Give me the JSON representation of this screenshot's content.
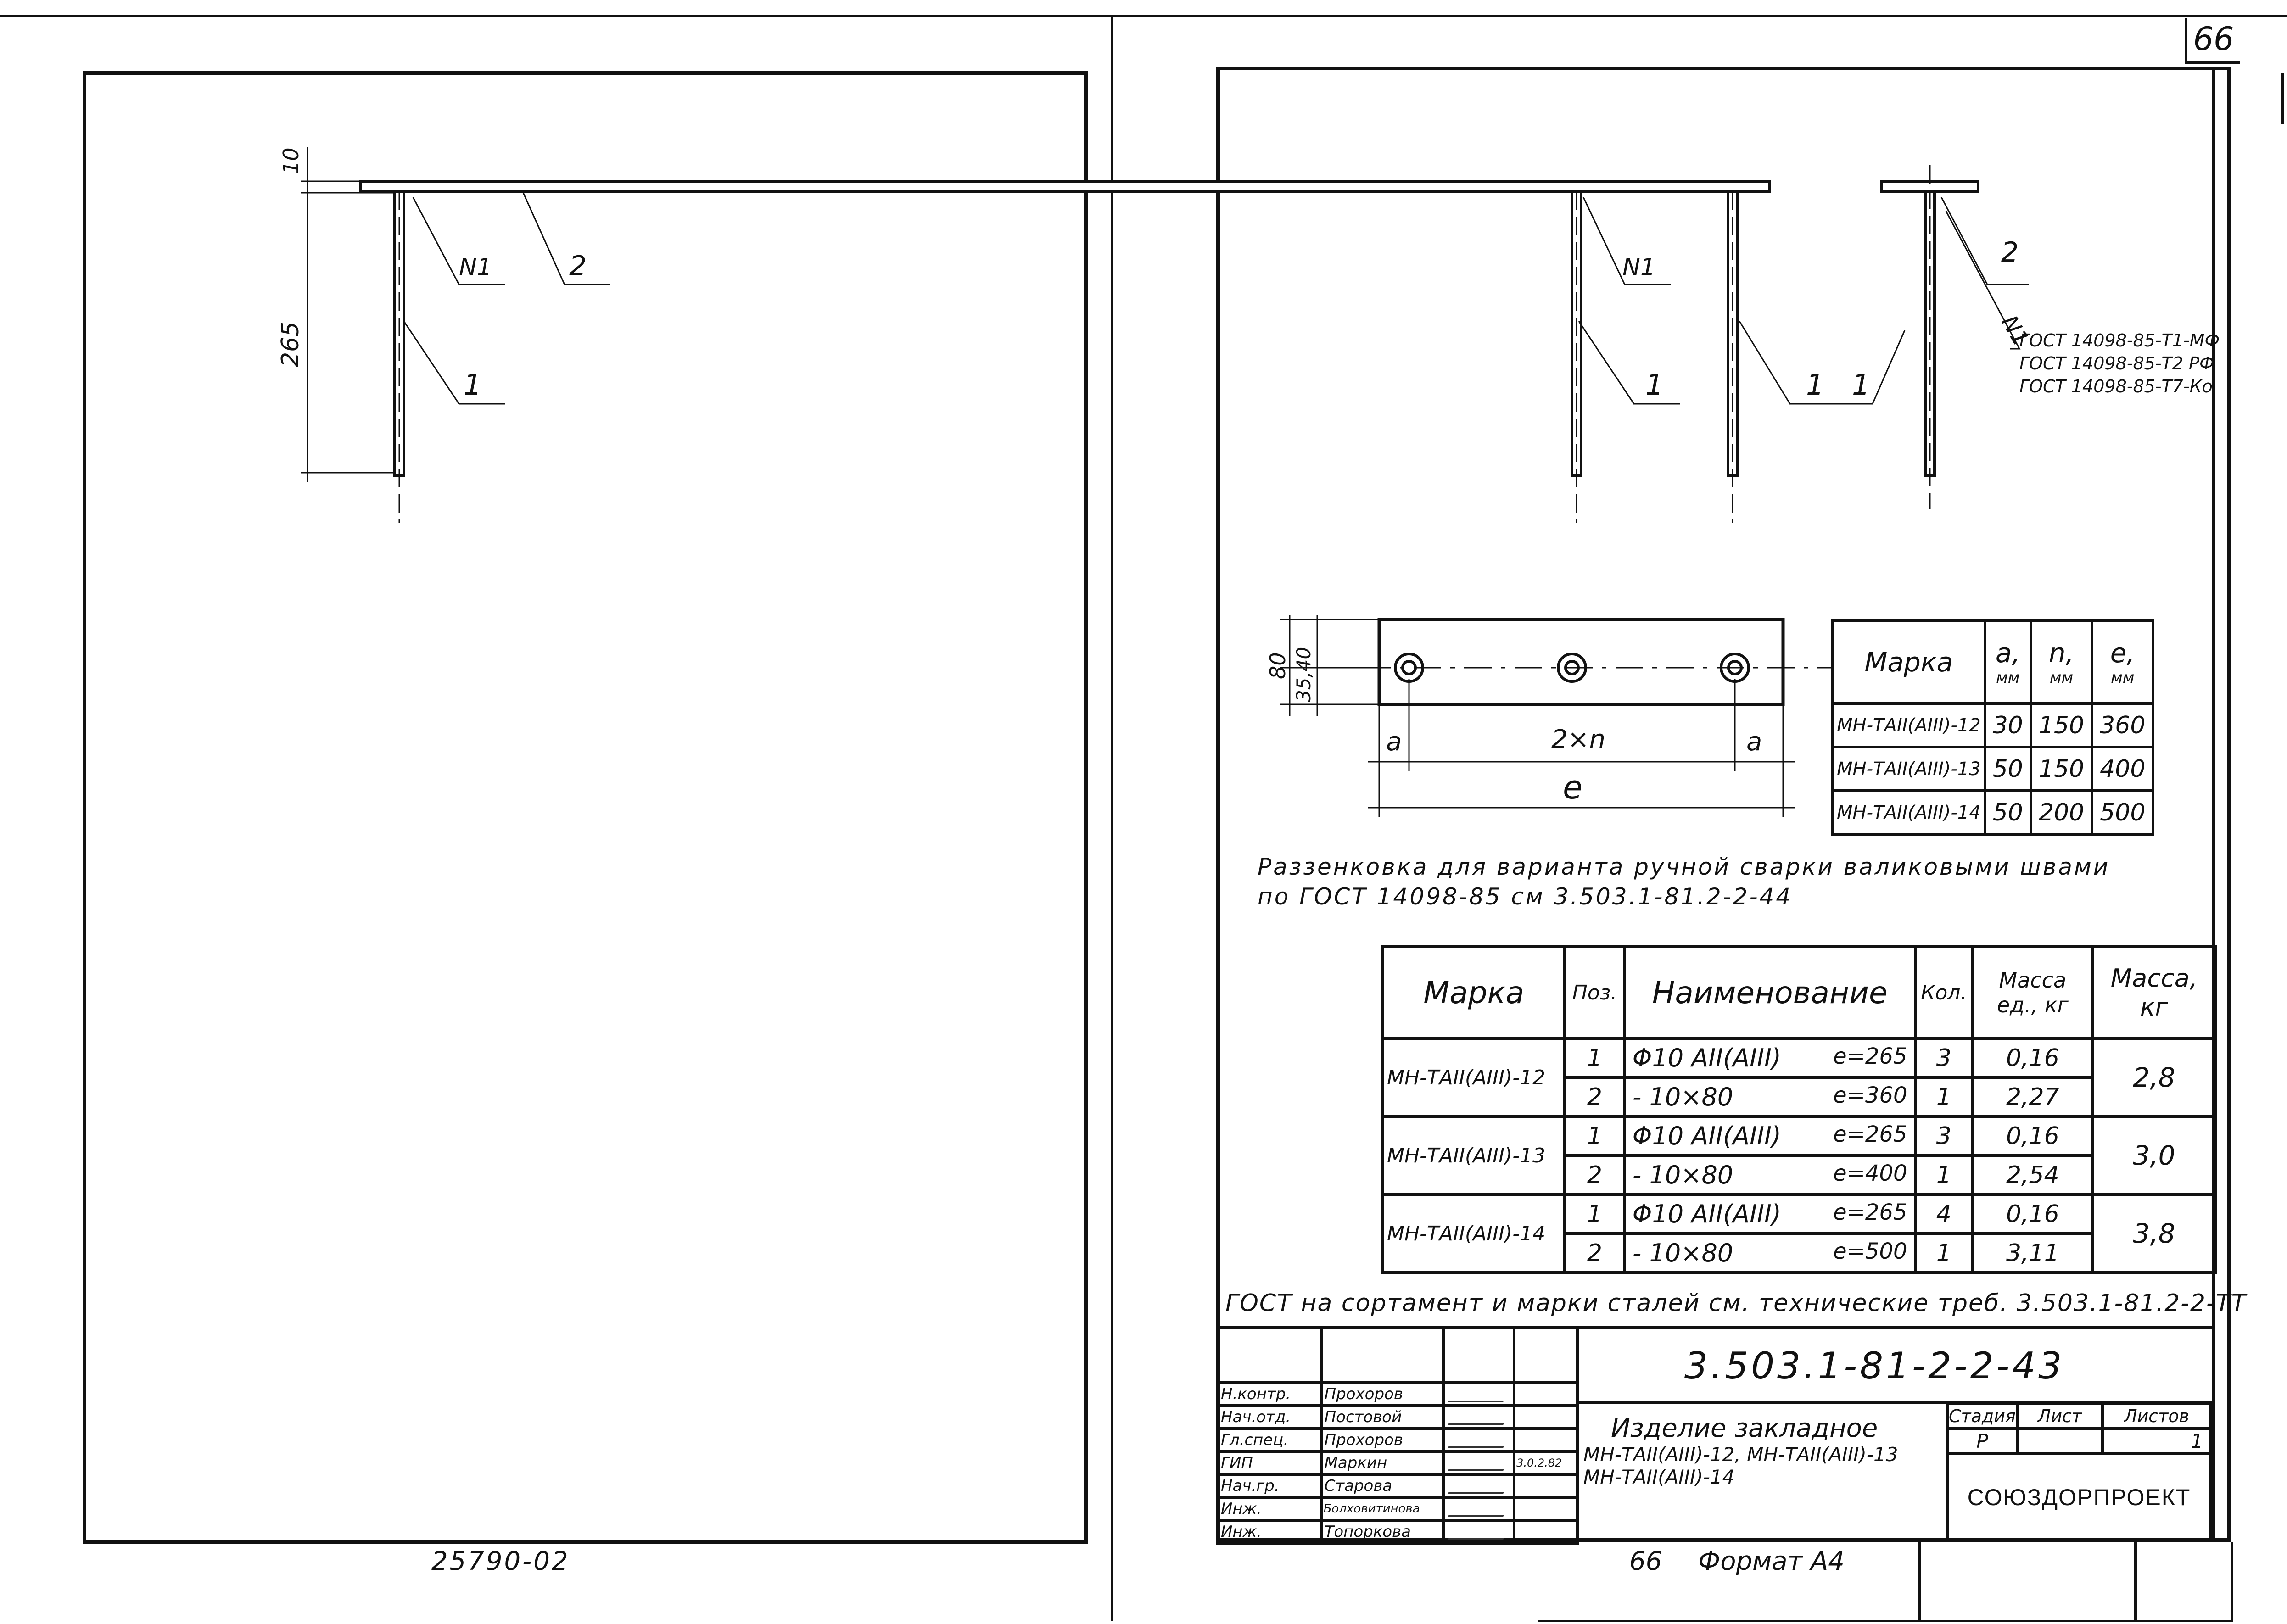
{
  "sheet_number": "66",
  "drawing": {
    "labels": {
      "dim_plate_thickness": "10",
      "dim_anchor_length": "265",
      "pos_n1": "N1",
      "pos_2": "2",
      "pos_1": "1"
    },
    "weld_standards": [
      "ГОСТ 14098-85-Т1-МФ",
      "ГОСТ 14098-85-Т2 РФ",
      "ГОСТ 14098-85-Т7-Ко"
    ],
    "plan_labels": {
      "dim_height": "80",
      "dim_offsets": "35,40",
      "dim_a": "a",
      "dim_2n": "2×n",
      "dim_e": "e"
    }
  },
  "dimension_table": {
    "headers": [
      "Марка",
      "a,",
      "n,",
      "e,"
    ],
    "units": [
      "",
      "мм",
      "мм",
      "мм"
    ],
    "rows": [
      [
        "МН-ТАII(АIII)-12",
        "30",
        "150",
        "360"
      ],
      [
        "МН-ТАII(АIII)-13",
        "50",
        "150",
        "400"
      ],
      [
        "МН-ТАII(АIII)-14",
        "50",
        "200",
        "500"
      ]
    ]
  },
  "note_hand_weld": [
    "Раззенковка для варианта ручной сварки валиковыми швами",
    "по ГОСТ 14098-85 см 3.503.1-81.2-2-44"
  ],
  "spec_table": {
    "headers": {
      "mark": "Марка",
      "pos": "Поз.",
      "name": "Наименование",
      "qty": "Кол.",
      "mass_unit": "Масса ед., кг",
      "mass": "Масса, кг"
    },
    "groups": [
      {
        "mark": "МН-ТАII(АIII)-12",
        "mass": "2,8",
        "rows": [
          {
            "pos": "1",
            "name": "Φ10 АII(АIII)",
            "len": "e=265",
            "qty": "3",
            "unit_mass": "0,16"
          },
          {
            "pos": "2",
            "name": "- 10×80",
            "len": "e=360",
            "qty": "1",
            "unit_mass": "2,27"
          }
        ]
      },
      {
        "mark": "МН-ТАII(АIII)-13",
        "mass": "3,0",
        "rows": [
          {
            "pos": "1",
            "name": "Φ10 АII(АIII)",
            "len": "e=265",
            "qty": "3",
            "unit_mass": "0,16"
          },
          {
            "pos": "2",
            "name": "- 10×80",
            "len": "e=400",
            "qty": "1",
            "unit_mass": "2,54"
          }
        ]
      },
      {
        "mark": "МН-ТАII(АIII)-14",
        "mass": "3,8",
        "rows": [
          {
            "pos": "1",
            "name": "Φ10 АII(АIII)",
            "len": "e=265",
            "qty": "4",
            "unit_mass": "0,16"
          },
          {
            "pos": "2",
            "name": "- 10×80",
            "len": "e=500",
            "qty": "1",
            "unit_mass": "3,11"
          }
        ]
      }
    ]
  },
  "gost_note": "ГОСТ на сортамент и марки сталей см. технические треб. 3.503.1-81.2-2-ТТ",
  "title_block": {
    "doc_code": "3.503.1-81-2-2-43",
    "title_lines": [
      "Изделие закладное",
      "МН-ТАII(АIII)-12, МН-ТАII(АIII)-13",
      "МН-ТАII(АIII)-14"
    ],
    "stage_label": "Стадия",
    "sheet_label": "Лист",
    "sheets_label": "Листов",
    "stage_value": "Р",
    "sheet_value": "",
    "sheets_value": "1",
    "organization": "СОЮЗДОРПРОЕКТ",
    "date": "3.0.2.82",
    "staff": [
      {
        "role": "Н.контр.",
        "name": "Прохоров"
      },
      {
        "role": "Нач.отд.",
        "name": "Постовой"
      },
      {
        "role": "Гл.спец.",
        "name": "Прохоров"
      },
      {
        "role": "ГИП",
        "name": "Маркин"
      },
      {
        "role": "Нач.гр.",
        "name": "Старова"
      },
      {
        "role": "Инж.",
        "name": "Болховитинова"
      },
      {
        "role": "Инж.",
        "name": "Топоркова"
      }
    ]
  },
  "footer": {
    "inventory": "25790-02",
    "page": "66",
    "format": "Формат А4"
  }
}
